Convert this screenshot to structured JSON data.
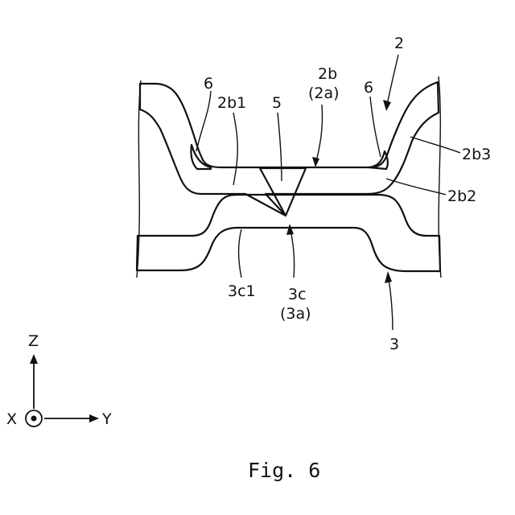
{
  "figure": {
    "caption": "Fig. 6",
    "labels": {
      "member_2": "2",
      "member_3": "3",
      "part_2b": "2b",
      "part_2a": "(2a)",
      "part_2b1": "2b1",
      "part_2b2": "2b2",
      "part_2b3": "2b3",
      "part_3c": "3c",
      "part_3a": "(3a)",
      "part_3c1": "3c1",
      "part_5": "5",
      "part_6_left": "6",
      "part_6_right": "6"
    },
    "axes": {
      "z": "Z",
      "x": "X",
      "y": "Y"
    }
  }
}
